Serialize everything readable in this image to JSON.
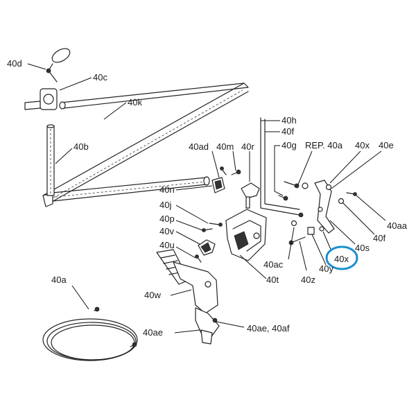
{
  "diagram": {
    "labels": {
      "l40d": "40d",
      "l40c": "40c",
      "l40k": "40k",
      "l40b": "40b",
      "l40ad": "40ad",
      "l40m": "40m",
      "l40r": "40r",
      "l40h": "40h",
      "l40f_top": "40f",
      "l40g": "40g",
      "lrep40a": "REP. 40a",
      "l40x_top": "40x",
      "l40e": "40e",
      "l40n": "40n",
      "l40j": "40j",
      "l40p": "40p",
      "l40v": "40v",
      "l40u": "40u",
      "l40aa": "40aa",
      "l40f_right": "40f",
      "l40s": "40s",
      "l40x_circled": "40x",
      "l40ac": "40ac",
      "l40y": "40y",
      "l40z": "40z",
      "l40t": "40t",
      "l40a": "40a",
      "l40w": "40w",
      "l40ae": "40ae",
      "l40ae_af": "40ae, 40af"
    },
    "highlight_color": "#1a8fd0",
    "line_color": "#222222"
  }
}
